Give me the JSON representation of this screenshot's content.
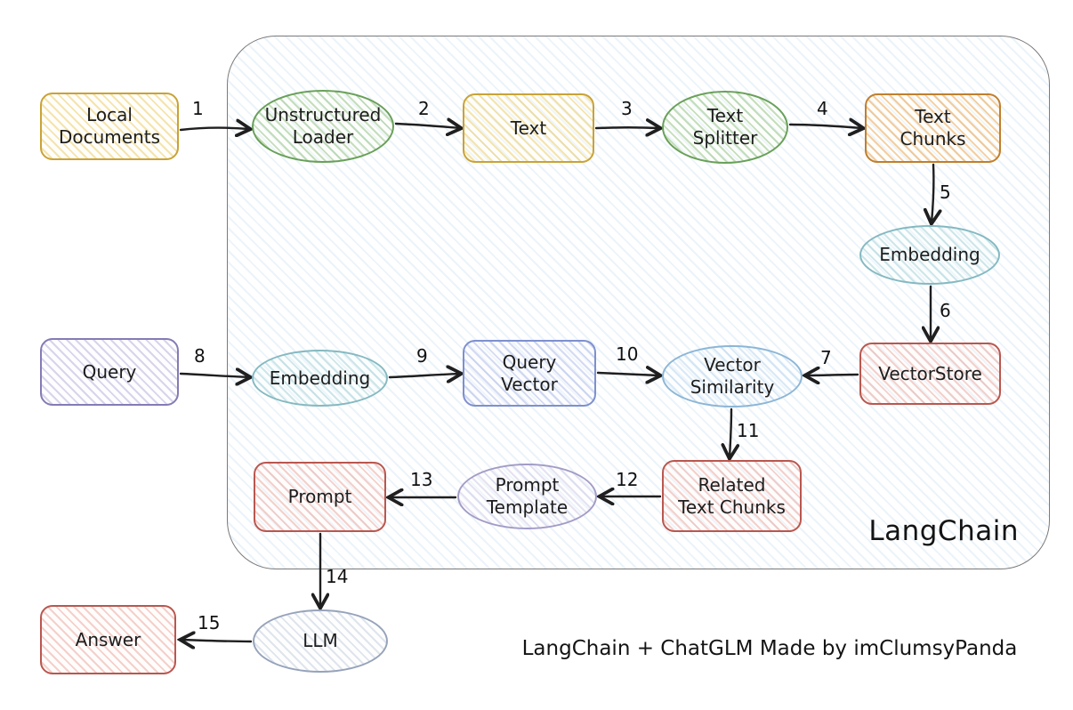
{
  "diagram": {
    "container_label": "LangChain",
    "caption": "LangChain + ChatGLM Made by imClumsyPanda",
    "nodes": {
      "local_documents": "Local\nDocuments",
      "unstructured_loader": "Unstructured\nLoader",
      "text": "Text",
      "text_splitter": "Text\nSplitter",
      "text_chunks": "Text\nChunks",
      "embedding_docs": "Embedding",
      "vectorstore": "VectorStore",
      "vector_similarity": "Vector\nSimilarity",
      "query": "Query",
      "embedding_query": "Embedding",
      "query_vector": "Query\nVector",
      "related_text_chunks": "Related\nText Chunks",
      "prompt_template": "Prompt\nTemplate",
      "prompt": "Prompt",
      "llm": "LLM",
      "answer": "Answer"
    },
    "edges": {
      "e1": "1",
      "e2": "2",
      "e3": "3",
      "e4": "4",
      "e5": "5",
      "e6": "6",
      "e7": "7",
      "e8": "8",
      "e9": "9",
      "e10": "10",
      "e11": "11",
      "e12": "12",
      "e13": "13",
      "e14": "14",
      "e15": "15"
    },
    "palette": {
      "container_hatch": "#82b9e1",
      "container_border": "#7a7a7a",
      "yellow": "#c9a338",
      "green": "#69a05a",
      "orange": "#c07f2d",
      "teal": "#85b9c1",
      "red": "#b9574f",
      "purple": "#837cb5",
      "blue": "#7e90cf",
      "lavender": "#a29cc6",
      "gray_blue": "#96a3ba",
      "sky_blue": "#8cb6d6",
      "arrow": "#1f1f1f"
    }
  }
}
